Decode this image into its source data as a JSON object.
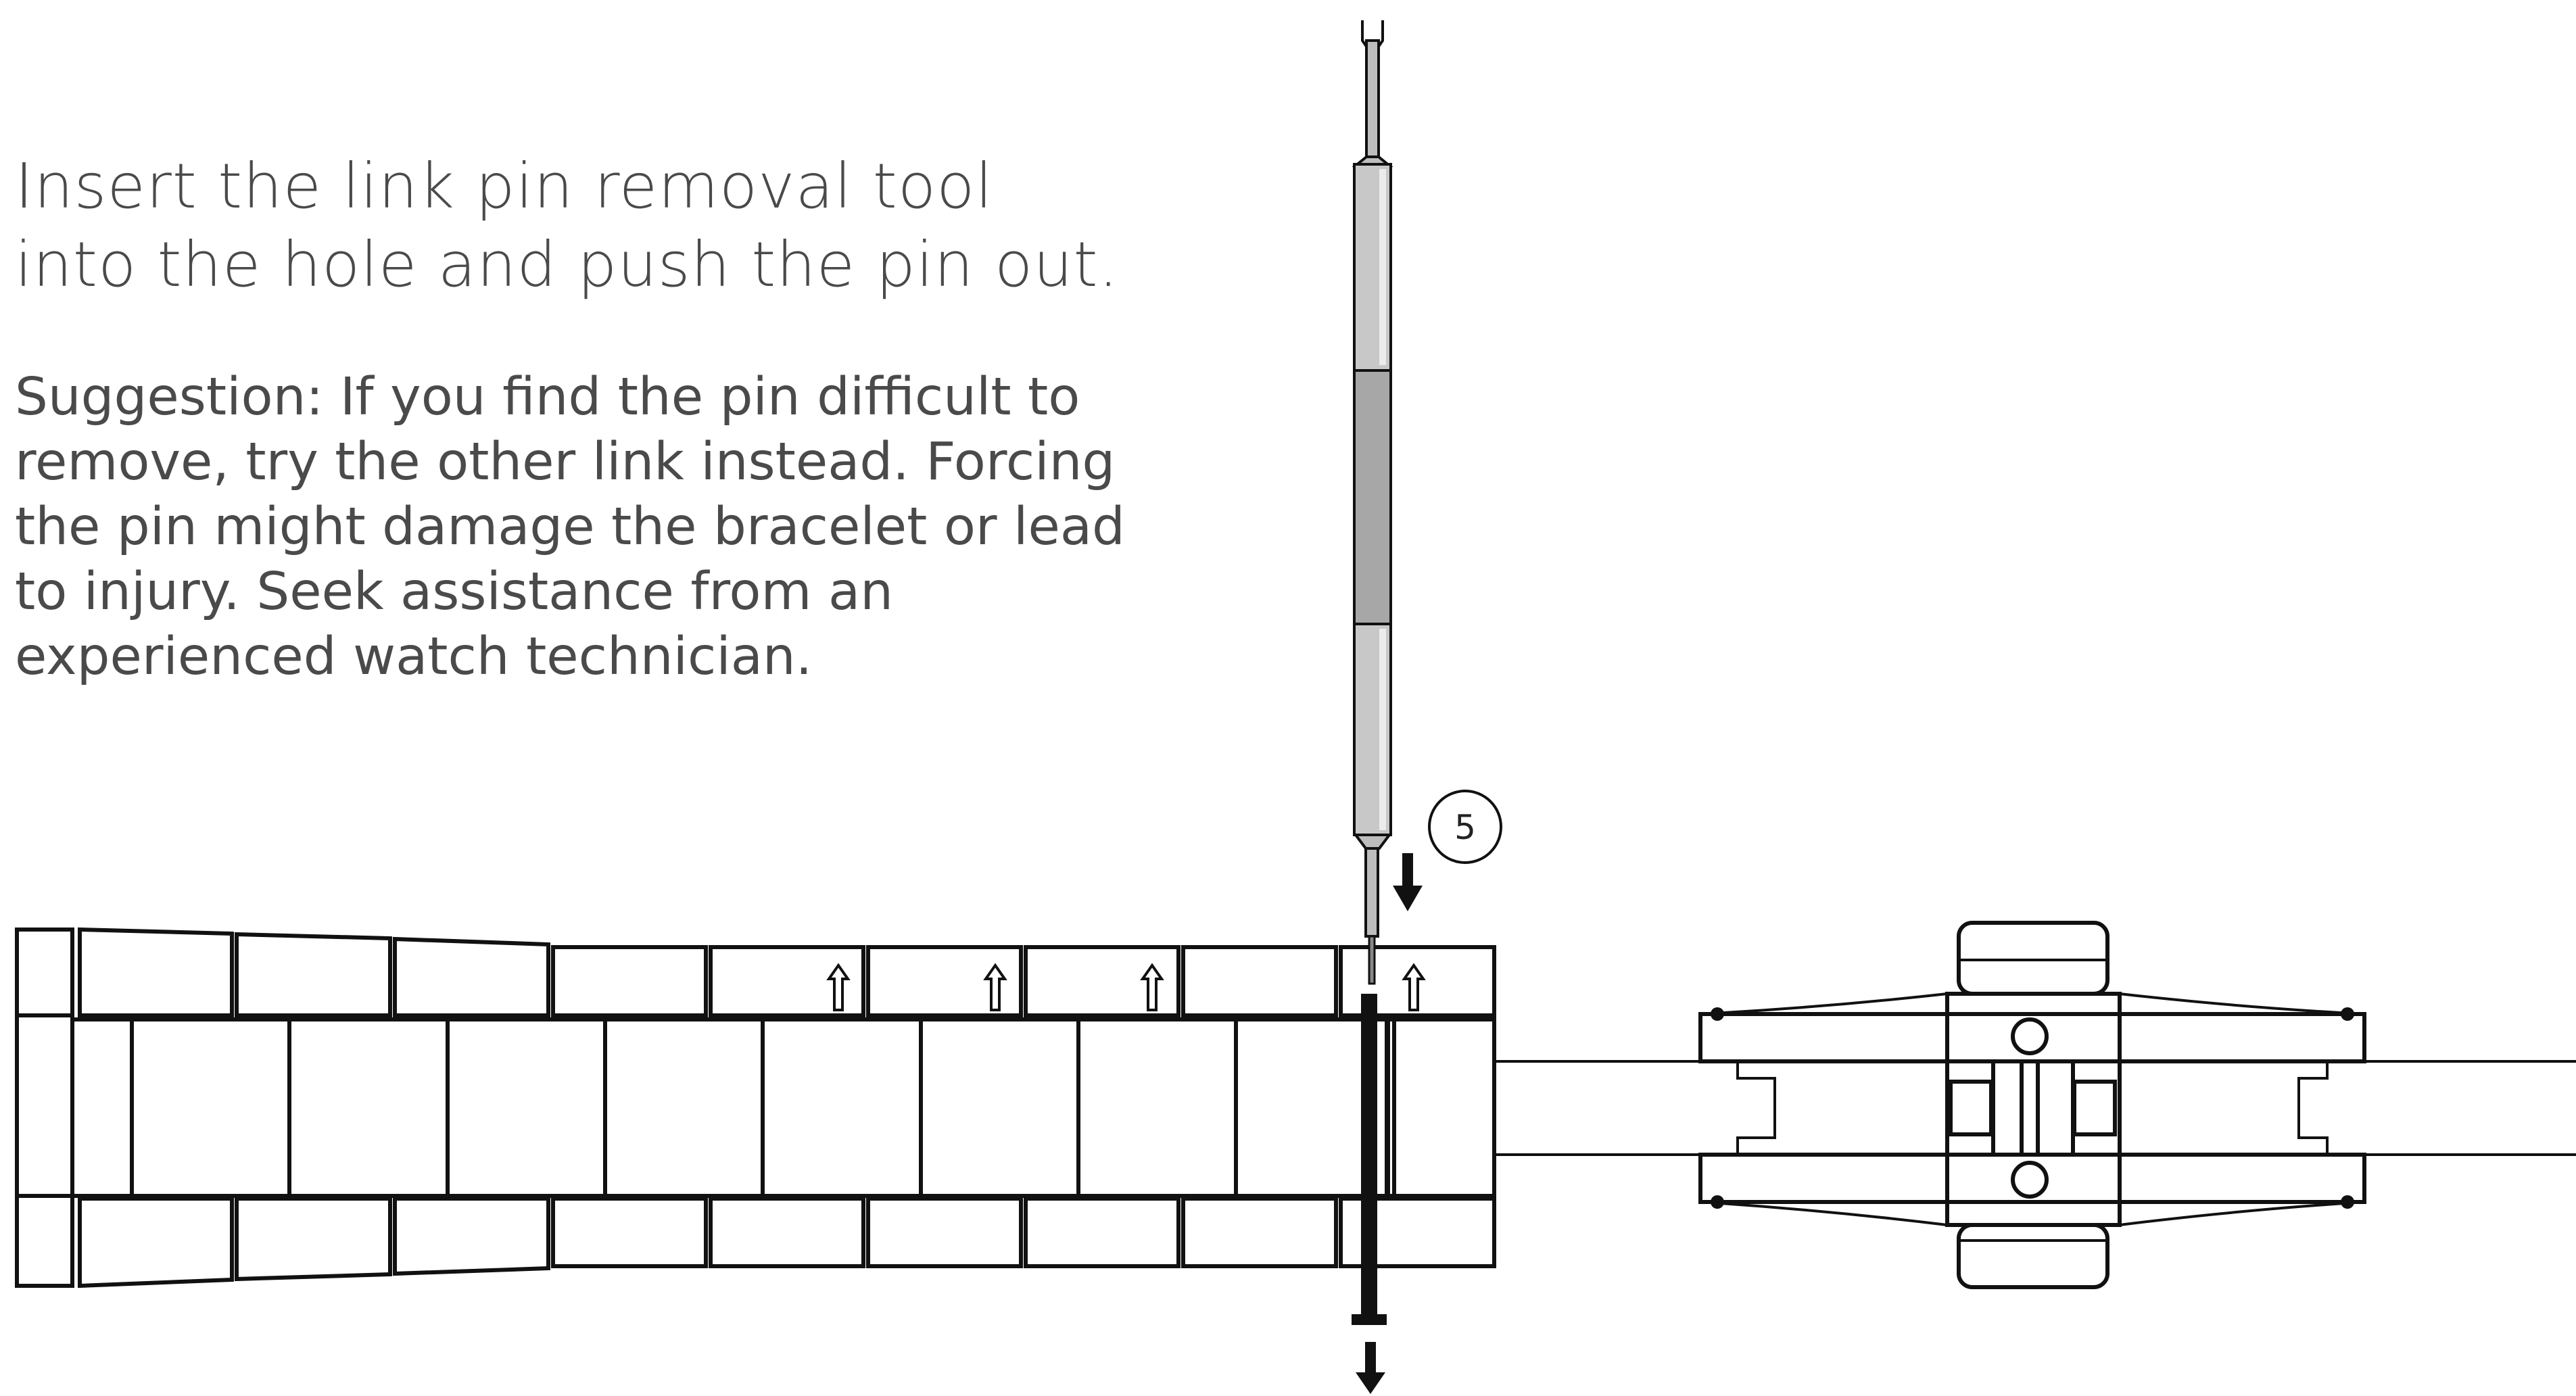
{
  "instruction": {
    "headline_lines": [
      "Insert the link pin removal tool",
      "into the hole and push the pin out."
    ],
    "suggestion_lines": [
      "Suggestion: If you find the pin difficult to",
      "remove, try the other link instead. Forcing",
      "the pin might damage the bracelet or lead",
      "to injury. Seek assistance from an",
      "experienced watch technician."
    ]
  },
  "diagram": {
    "step_number": "5",
    "icons": [
      "pin-removal-tool-icon",
      "push-down-arrow-icon",
      "pin-exit-arrow-icon",
      "link-direction-arrow-icon",
      "clasp-icon"
    ],
    "colors": {
      "line": "#111111",
      "tool_metal": "#bdbdbd",
      "tool_highlight": "#e6e6e6",
      "text": "#4a4a4a"
    }
  }
}
